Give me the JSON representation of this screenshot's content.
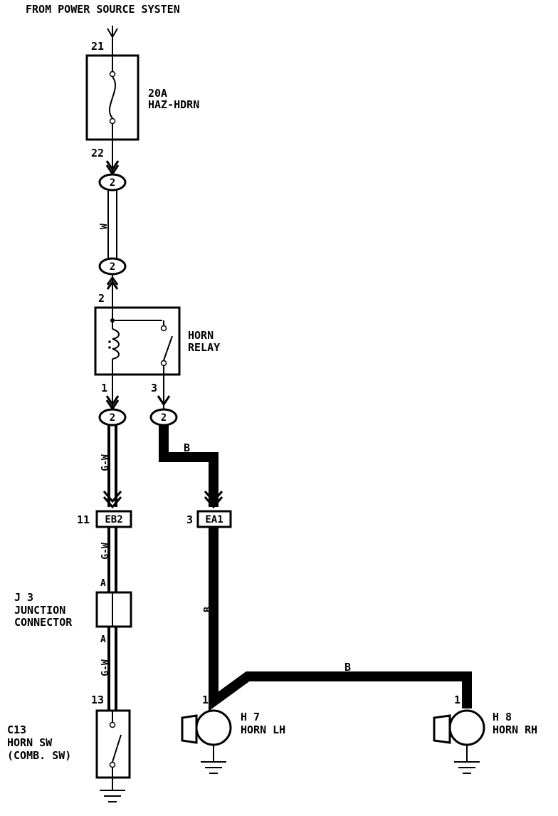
{
  "header": {
    "source": "FROM POWER SOURCE SYSTEN"
  },
  "fuse": {
    "pin_in": "21",
    "pin_out": "22",
    "rating": "20A",
    "name": "HAZ-HDRN"
  },
  "connectors": {
    "c1": "2",
    "c2": "2",
    "c3": "2",
    "c4": "2"
  },
  "wires": {
    "w1": "W",
    "w2": "G-W",
    "w3": "B",
    "w4": "G-W",
    "w5": "B",
    "w6": "G-W",
    "w7": "B"
  },
  "relay": {
    "name_line1": "HORN",
    "name_line2": "RELAY",
    "pin_top": "2",
    "pin_left": "1",
    "pin_right": "3"
  },
  "junctions": {
    "eb2": {
      "pin": "11",
      "code": "EB2"
    },
    "ea1": {
      "pin": "3",
      "code": "EA1"
    }
  },
  "jconn": {
    "id": "J 3",
    "line1": "JUNCTION",
    "line2": "CONNECTOR",
    "pin_top": "A",
    "pin_bottom": "A"
  },
  "horn_sw": {
    "pin": "13",
    "id": "C13",
    "line1": "HORN SW",
    "line2": "(COMB. SW)"
  },
  "horn_lh": {
    "pin": "1",
    "id": "H 7",
    "name": "HORN LH"
  },
  "horn_rh": {
    "pin": "1",
    "id": "H 8",
    "name": "HORN RH"
  }
}
